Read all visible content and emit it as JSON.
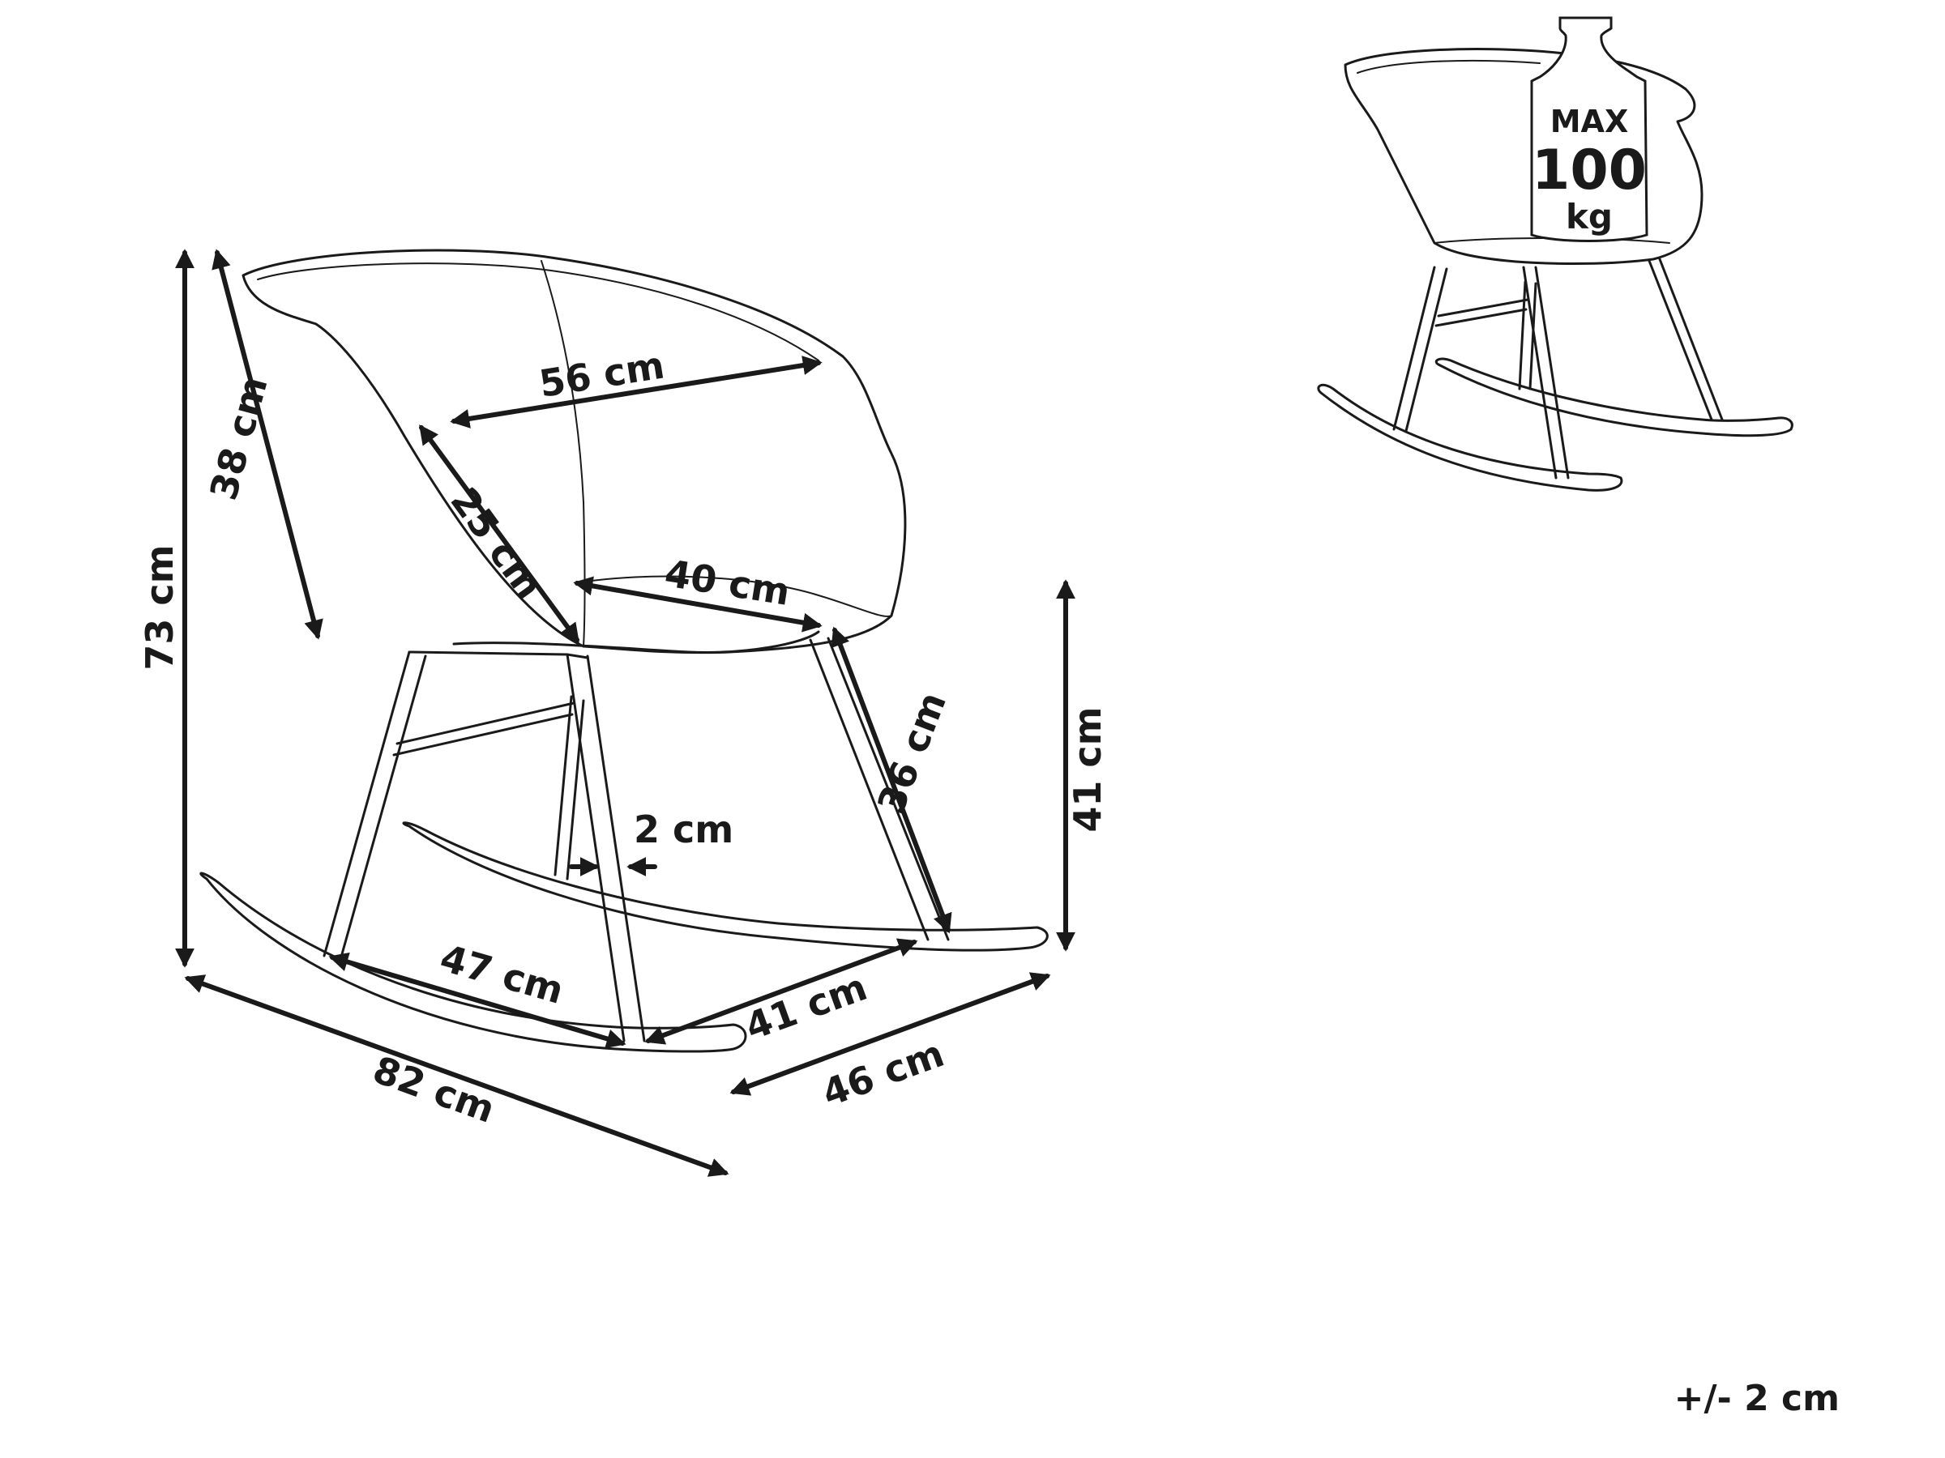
{
  "dimensions": {
    "total_height": "73 cm",
    "backrest_height": "38 cm",
    "total_width": "56 cm",
    "armrest_height": "25 cm",
    "seat_width": "40 cm",
    "leg_length": "36 cm",
    "seat_height": "41 cm",
    "leg_thickness": "2 cm",
    "base_length": "47 cm",
    "base_width": "41 cm",
    "total_length": "82 cm",
    "total_depth": "46 cm"
  },
  "weight_badge": {
    "line1": "MAX",
    "line2": "100",
    "line3": "kg"
  },
  "tolerance": "+/- 2 cm"
}
